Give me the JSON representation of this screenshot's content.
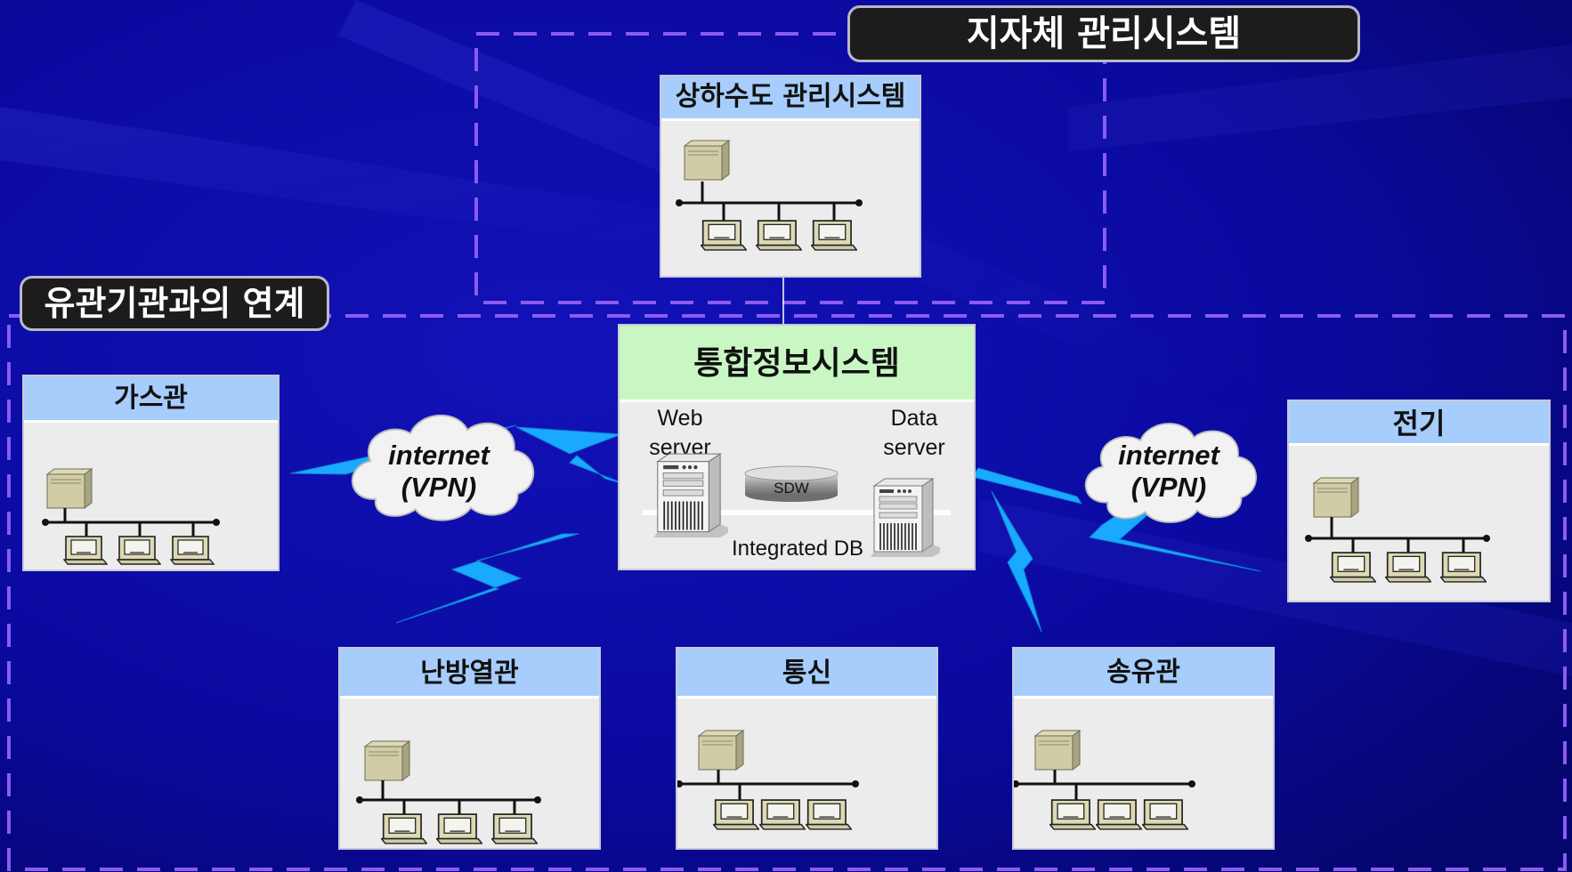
{
  "titles": {
    "local_gov": "지자체 관리시스템",
    "related_orgs": "유관기관과의 연계"
  },
  "central": {
    "title": "통합정보시스템",
    "web_server": "Web\nserver",
    "data_server": "Data\nserver",
    "sdw": "SDW",
    "db": "Integrated DB"
  },
  "systems": {
    "water": "상하수도 관리시스템",
    "gas": "가스관",
    "electric": "전기",
    "heating": "난방열관",
    "telecom": "통신",
    "oil": "송유관"
  },
  "clouds": {
    "left": "internet\n(VPN)",
    "right": "internet\n(VPN)"
  },
  "colors": {
    "background": "#0a0a9a",
    "dashed_border": "#8a5cf0",
    "panel_header": "#a6cdfb",
    "central_header": "#c9f7c3",
    "lightning": "#19a9ff"
  },
  "icons": [
    "server-icon",
    "workstation-icon",
    "cloud-icon",
    "lightning-icon",
    "database-icon"
  ]
}
